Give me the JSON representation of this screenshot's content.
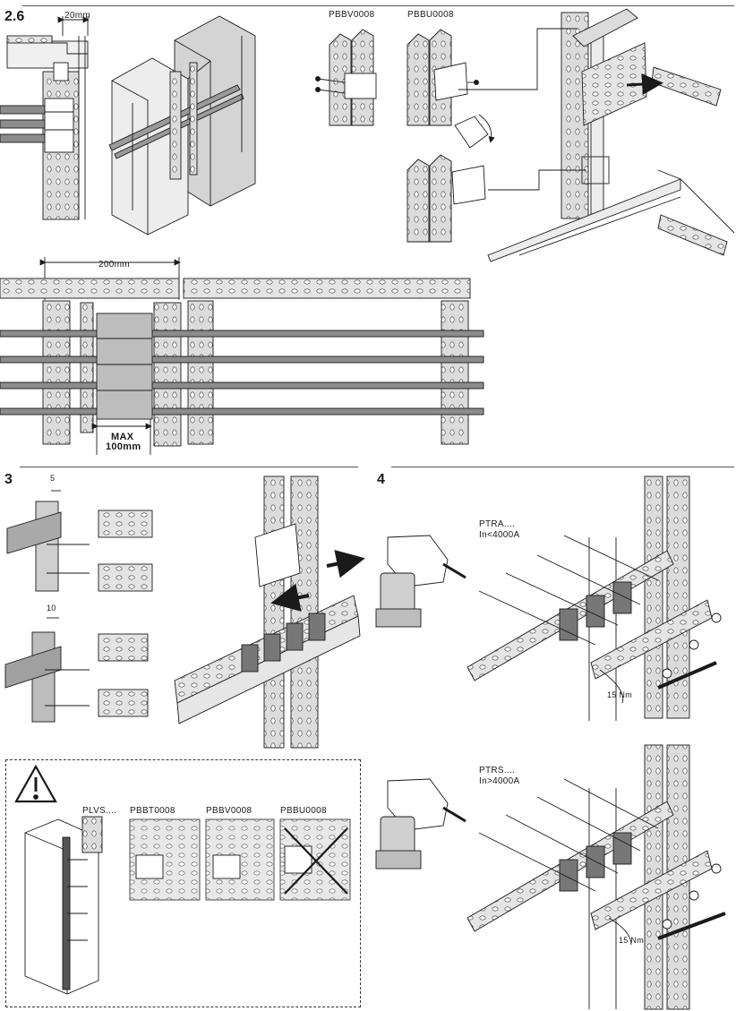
{
  "steps": {
    "s26": "2.6",
    "s3": "3",
    "s4": "4"
  },
  "dims": {
    "d20": "20mm",
    "d200": "200mm",
    "max": "MAX",
    "max100": "100mm",
    "d5": "5",
    "d10": "10",
    "torque1": "15 Nm",
    "torque2": "15 Nm"
  },
  "parts": {
    "pbbv_top": "PBBV0008",
    "pbbu_top": "PBBU0008",
    "ptra": "PTRA....",
    "ptra_current": "In<4000A",
    "ptrs": "PTRS....",
    "ptrs_current": "In>4000A",
    "plvs": "PLVS....",
    "pbbt": "PBBT0008",
    "pbbv_warn": "PBBV0008",
    "pbbu_warn": "PBBU0008"
  },
  "colors": {
    "line": "#1a1a1a",
    "metal": "#d9d9d9",
    "bar": "#8c8c8c",
    "dark": "#555555"
  }
}
